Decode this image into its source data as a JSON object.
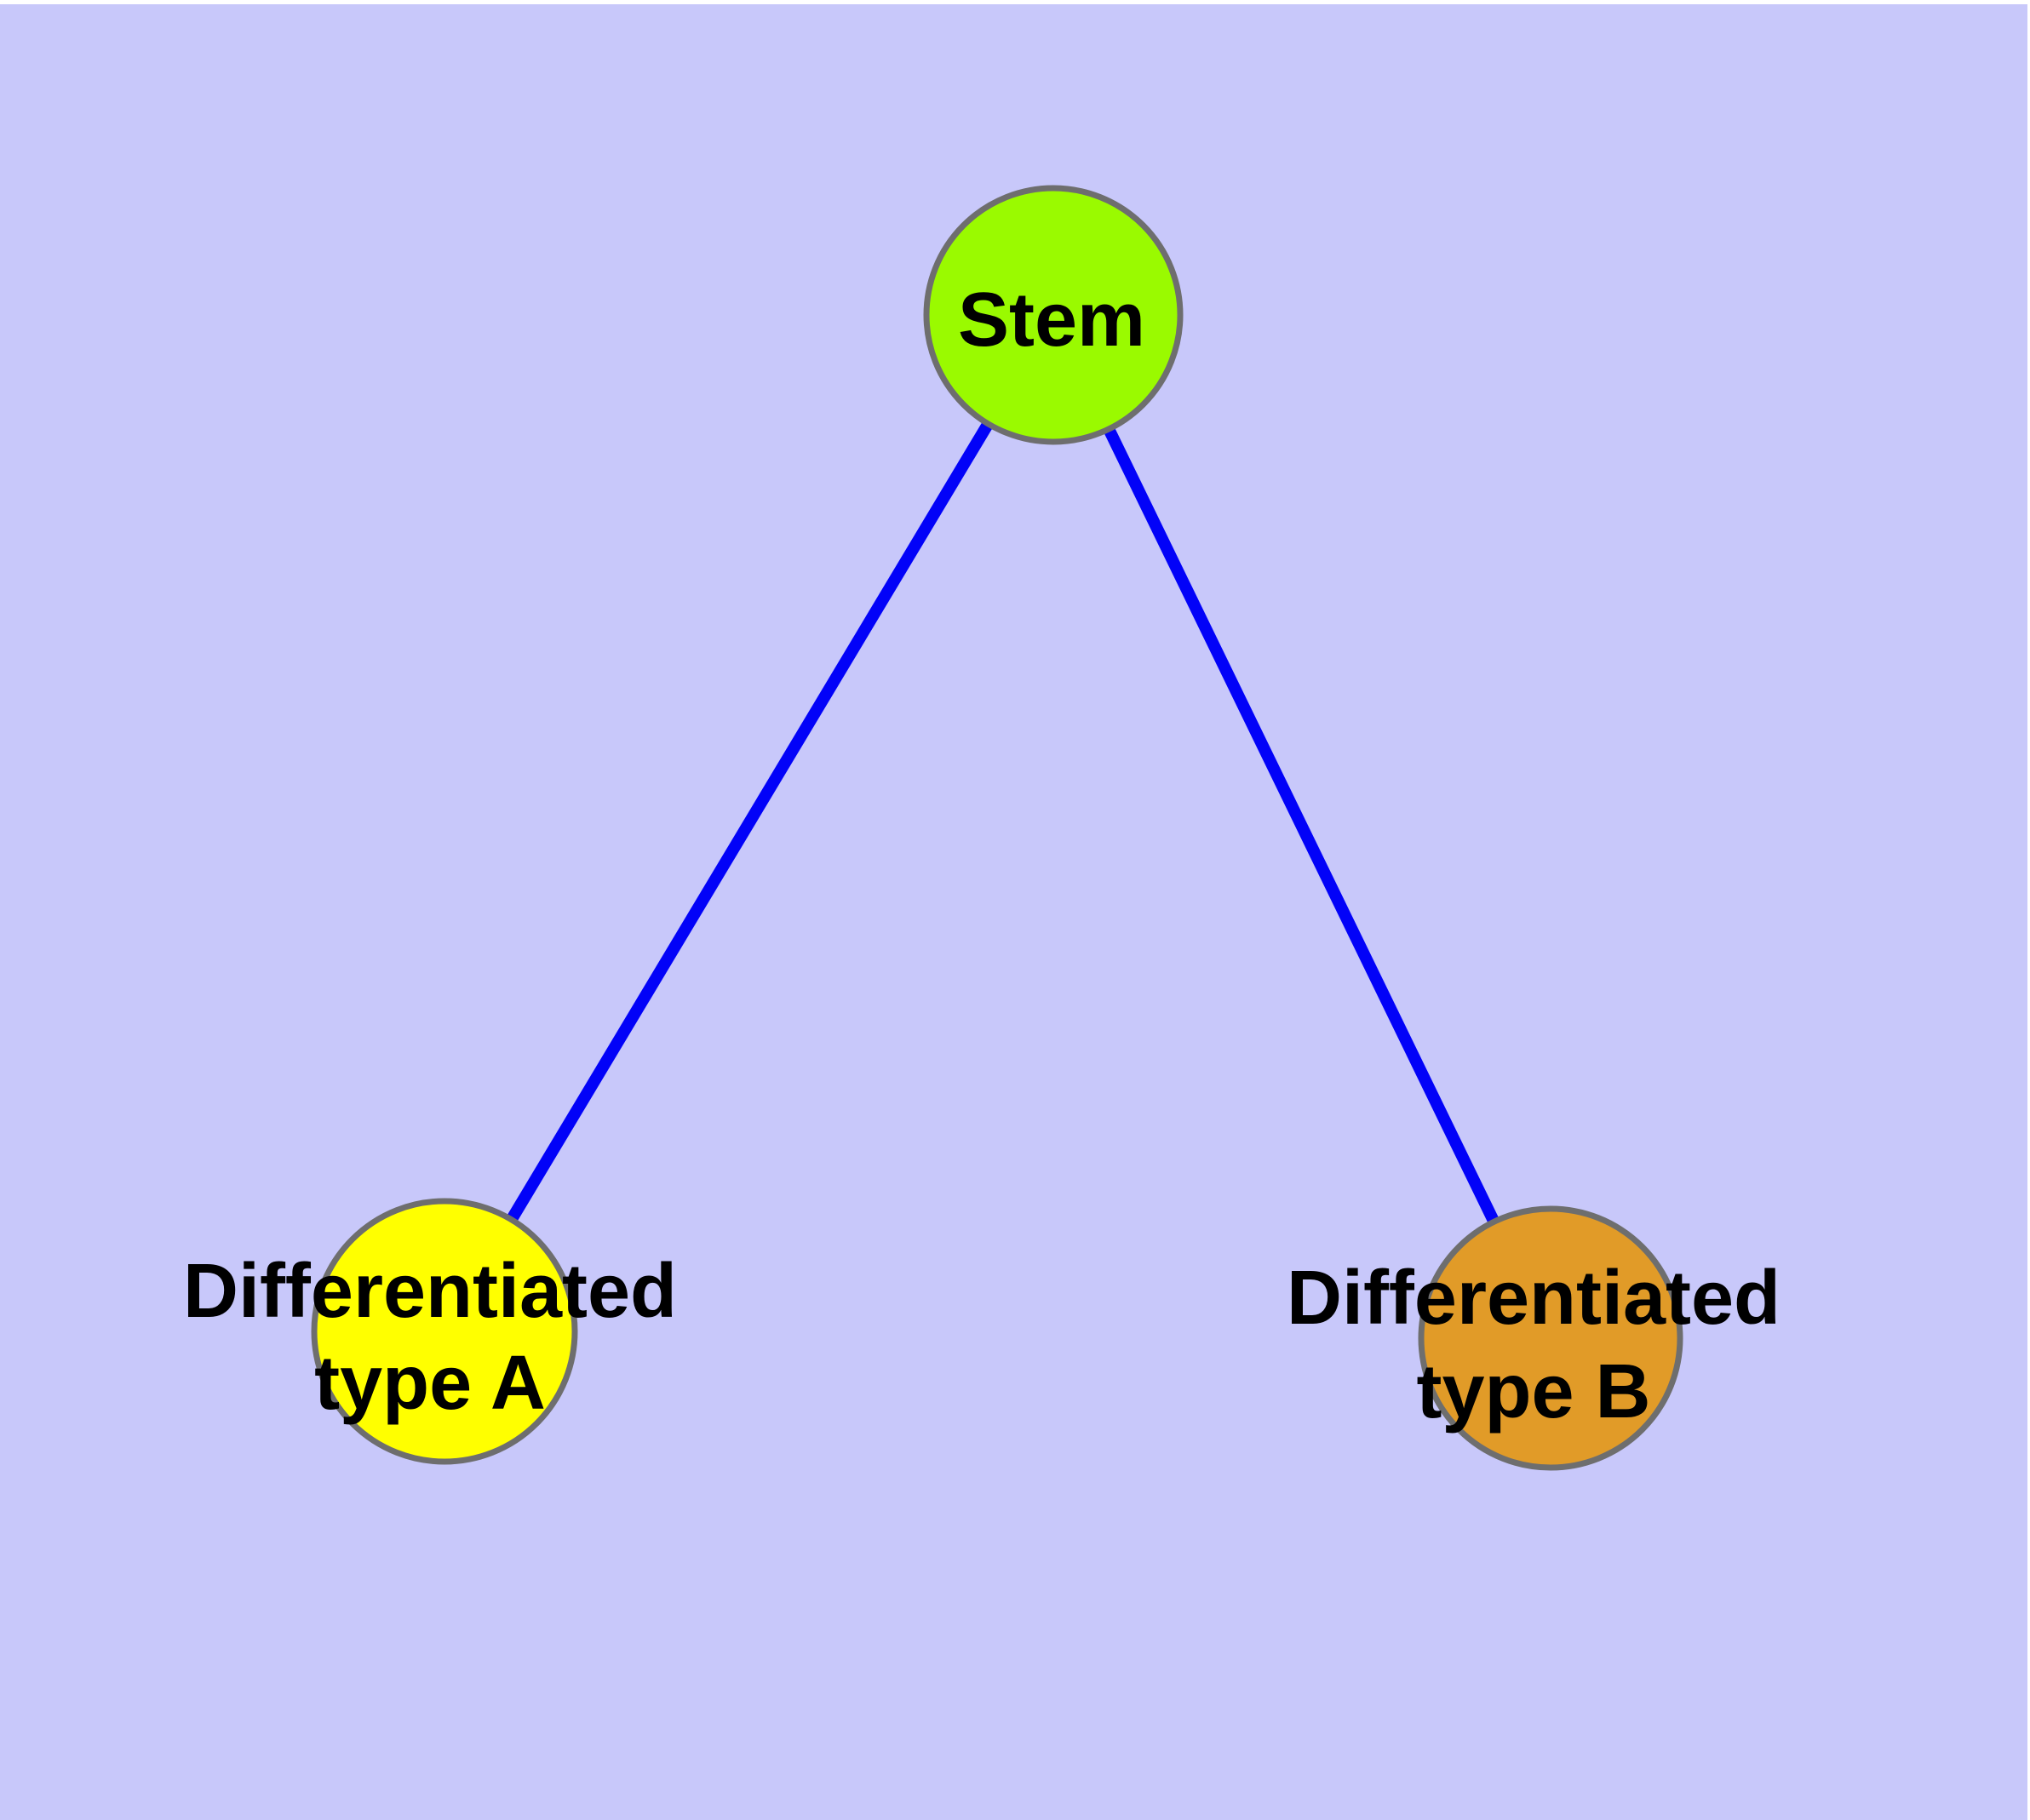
{
  "diagram": {
    "type": "node-link-graph",
    "background_color": "#C8C8FA",
    "margin_color": "#FFFFFF",
    "edge_color": "#0202F8",
    "node_border_color": "#6E6E6E",
    "label_color": "#000000",
    "nodes": [
      {
        "id": "stem",
        "label": "Stem",
        "lines": {
          "0": "Stem"
        },
        "fill_color": "#9AFA00"
      },
      {
        "id": "differentiated-type-a",
        "label": "Differentiated type A",
        "lines": {
          "0": "Differentiated",
          "1": "type A"
        },
        "fill_color": "#FFFF00"
      },
      {
        "id": "differentiated-type-b",
        "label": "Differentiated type B",
        "lines": {
          "0": "Differentiated",
          "1": "type B"
        },
        "fill_color": "#E19B28"
      }
    ],
    "edges": [
      {
        "from": "stem",
        "to": "differentiated-type-a"
      },
      {
        "from": "stem",
        "to": "differentiated-type-b"
      }
    ]
  }
}
